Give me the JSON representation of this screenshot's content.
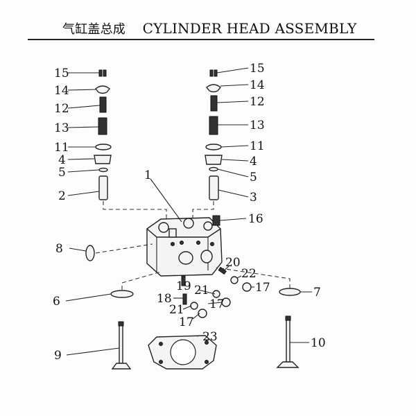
{
  "title": {
    "chinese": "气缸盖总成",
    "english": "CYLINDER HEAD ASSEMBLY"
  },
  "callouts": {
    "c15_left": "15",
    "c14_left": "14",
    "c12_left": "12",
    "c13_left": "13",
    "c11_left": "11",
    "c4_left": "4",
    "c5_left": "5",
    "c2": "2",
    "c1": "1",
    "c15_right": "15",
    "c14_right": "14",
    "c12_right": "12",
    "c13_right": "13",
    "c11_right": "11",
    "c4_right": "4",
    "c5_right": "5",
    "c3": "3",
    "c16": "16",
    "c8": "8",
    "c20": "20",
    "c22": "22",
    "c17_a": "17",
    "c19": "19",
    "c21_a": "21",
    "c18": "18",
    "c21_b": "21",
    "c17_b": "17",
    "c17_c": "17",
    "c6": "6",
    "c7": "7",
    "c23": "23",
    "c9": "9",
    "c10": "10"
  }
}
